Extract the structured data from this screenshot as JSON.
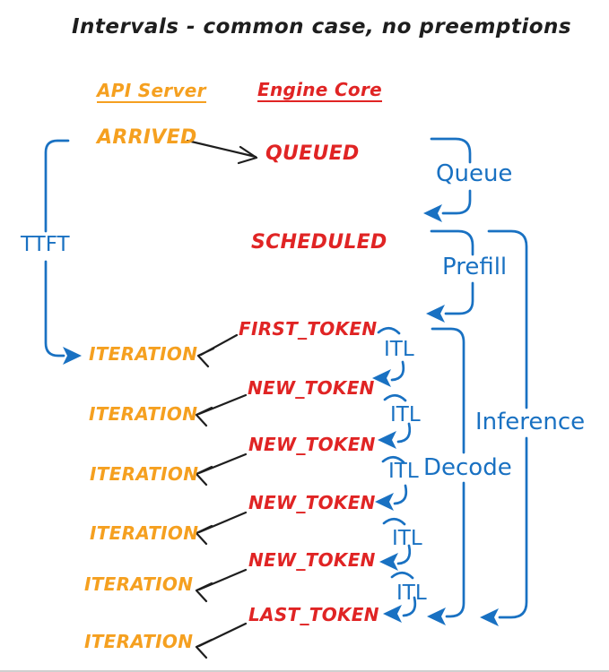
{
  "title": "Intervals - common case, no preemptions",
  "columns": {
    "api_server": "API Server",
    "engine_core": "Engine Core"
  },
  "events": {
    "arrived": "ARRIVED",
    "queued": "QUEUED",
    "scheduled": "SCHEDULED",
    "first_token": "FIRST_TOKEN",
    "new_token": "NEW_TOKEN",
    "last_token": "LAST_TOKEN",
    "iteration": "ITERATION"
  },
  "intervals": {
    "ttft": "TTFT",
    "queue": "Queue",
    "prefill": "Prefill",
    "decode": "Decode",
    "inference": "Inference",
    "itl": "ITL"
  },
  "colors": {
    "api_server_orange": "#f5a020",
    "engine_core_red": "#e02424",
    "interval_blue": "#1971c2",
    "arrow_black": "#1e1e1e",
    "background": "#ffffff"
  }
}
